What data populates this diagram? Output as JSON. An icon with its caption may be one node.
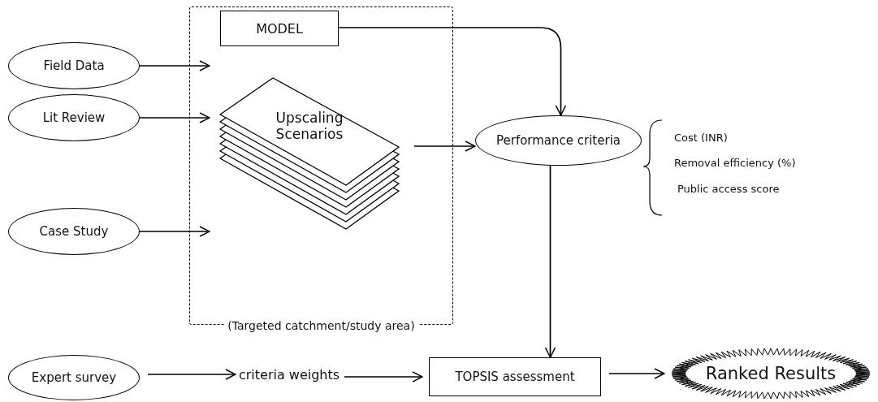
{
  "diagram": {
    "nodes": [
      {
        "text": [
          "Field Data"
        ]
      },
      {
        "text": [
          "Lit Review"
        ]
      },
      {
        "text": [
          "Case Study"
        ]
      },
      {
        "text": [
          "(Targeted catchment/study area)"
        ]
      },
      {
        "text": [
          "MODEL"
        ],
        "in": 3
      },
      {
        "text": [
          "Upscaling Scenarios"
        ],
        "in": 3
      },
      {
        "text": [
          "Performance criteria"
        ]
      },
      {
        "text": [
          "Expert survey"
        ]
      },
      {
        "text": [
          "criteria weights"
        ]
      },
      {
        "text": [
          "TOPSIS assessment"
        ]
      },
      {
        "text": [
          "Ranked Results"
        ]
      }
    ],
    "edges": [
      {
        "from": 0,
        "to": 3,
        "arrow": "to"
      },
      {
        "from": 1,
        "to": 3,
        "arrow": "to"
      },
      {
        "from": 2,
        "to": 3,
        "arrow": "to"
      },
      {
        "from": 4,
        "to": 6,
        "arrow": "to"
      },
      {
        "from": 5,
        "to": 6,
        "arrow": "to"
      },
      {
        "from": 6,
        "to": 9,
        "arrow": "to"
      },
      {
        "from": 7,
        "to": 8,
        "arrow": "to"
      },
      {
        "from": 8,
        "to": 9,
        "arrow": "to"
      },
      {
        "from": 9,
        "to": 10,
        "arrow": "to"
      }
    ],
    "labels": [
      "Cost (INR)",
      "Removal efficiency (%)",
      "Public access score"
    ]
  }
}
